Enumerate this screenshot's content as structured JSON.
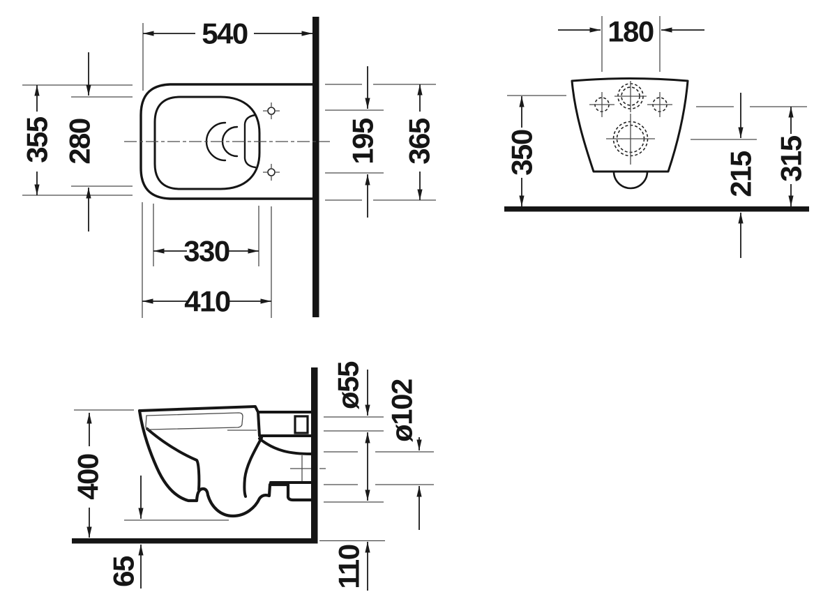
{
  "drawing": {
    "background": "#ffffff",
    "line_color": "#151515",
    "thin_line_color": "#4a4a4a",
    "views": {
      "plan": {
        "dims": {
          "depth": "540",
          "outer_width": "355",
          "bowl_inner_width": "280",
          "seat_hole_spacing": "195",
          "rear_width": "365",
          "bowl_inner_length": "330",
          "seat_hole_distance": "410"
        }
      },
      "rear": {
        "dims": {
          "fixing_hole_spacing": "180",
          "inlet_center_height": "350",
          "outlet_center_height": "215",
          "fixing_hole_height": "315"
        }
      },
      "side": {
        "dims": {
          "rim_height": "400",
          "underside_clearance": "65",
          "inlet_diameter": "ø55",
          "outlet_diameter": "ø102",
          "outlet_floor_offset": "110"
        }
      }
    }
  }
}
